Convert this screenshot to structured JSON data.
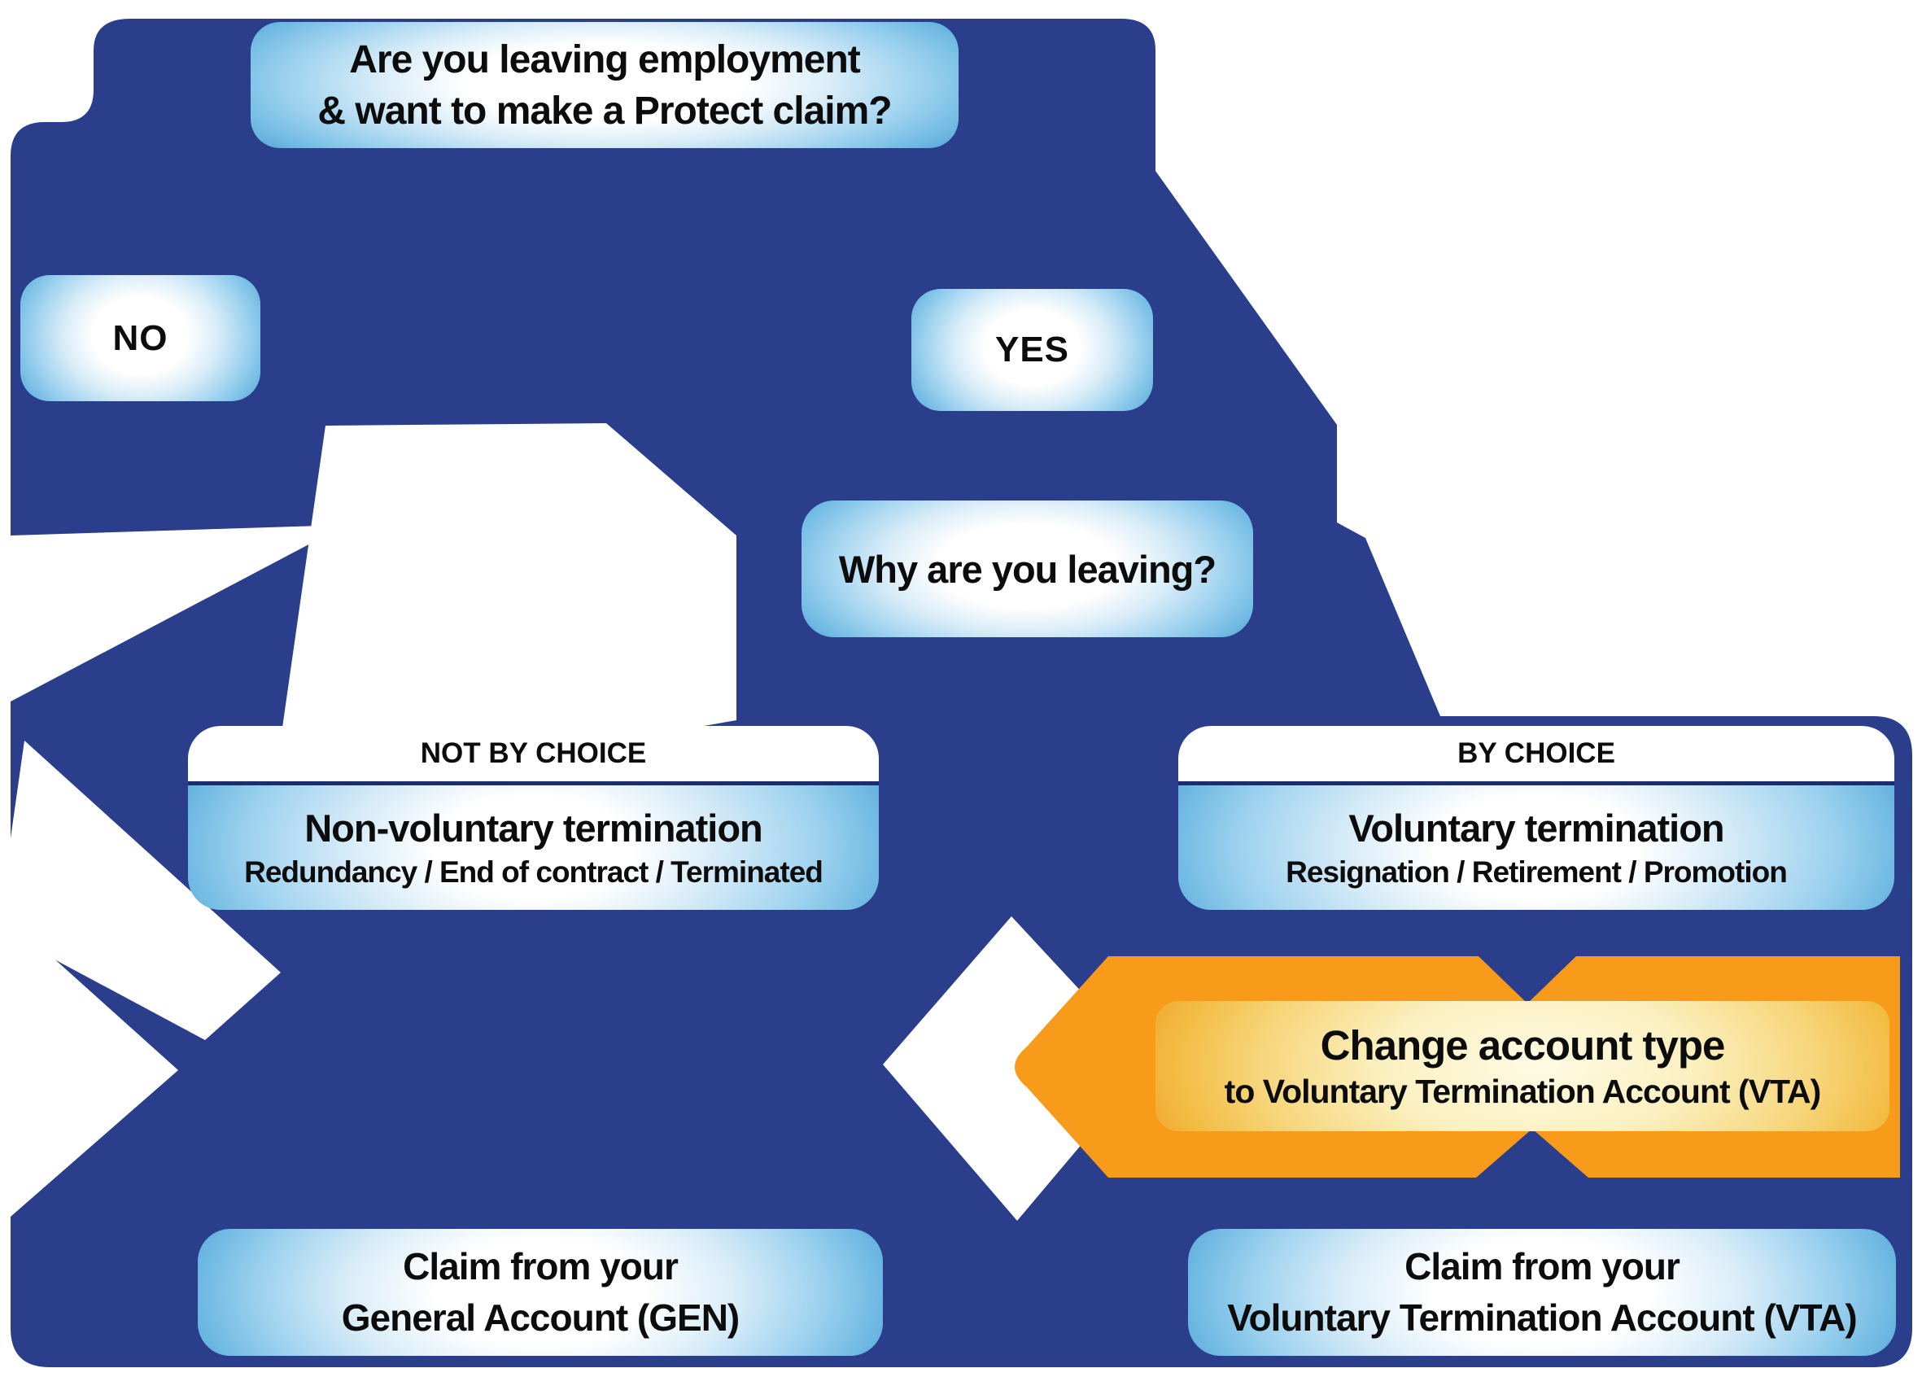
{
  "question": {
    "line1": "Are you leaving employment",
    "line2": "& want to make a Protect claim?"
  },
  "answers": {
    "no": "NO",
    "yes": "YES"
  },
  "question2": "Why are you leaving?",
  "branch_left": {
    "header": "NOT BY CHOICE",
    "title": "Non-voluntary termination",
    "subtitle": "Redundancy / End of contract / Terminated"
  },
  "branch_right": {
    "header": "BY CHOICE",
    "title": "Voluntary termination",
    "subtitle": "Resignation / Retirement / Promotion"
  },
  "action": {
    "title": "Change account type",
    "subtitle": "to Voluntary Termination Account (VTA)"
  },
  "outcome_left": {
    "line1": "Claim from your",
    "line2": "General Account (GEN)"
  },
  "outcome_right": {
    "line1": "Claim from your",
    "line2": "Voluntary Termination Account (VTA)"
  },
  "colors": {
    "navy": "#2a3e8c",
    "orange": "#f89b1b",
    "bubble_edge_blue": "#6fb9e3",
    "bubble_center": "#ffffff",
    "header_divider": "#1b2d6b",
    "action_center": "#fefbe4",
    "action_edge": "#f1a02b",
    "text": "#0c0c0c"
  }
}
